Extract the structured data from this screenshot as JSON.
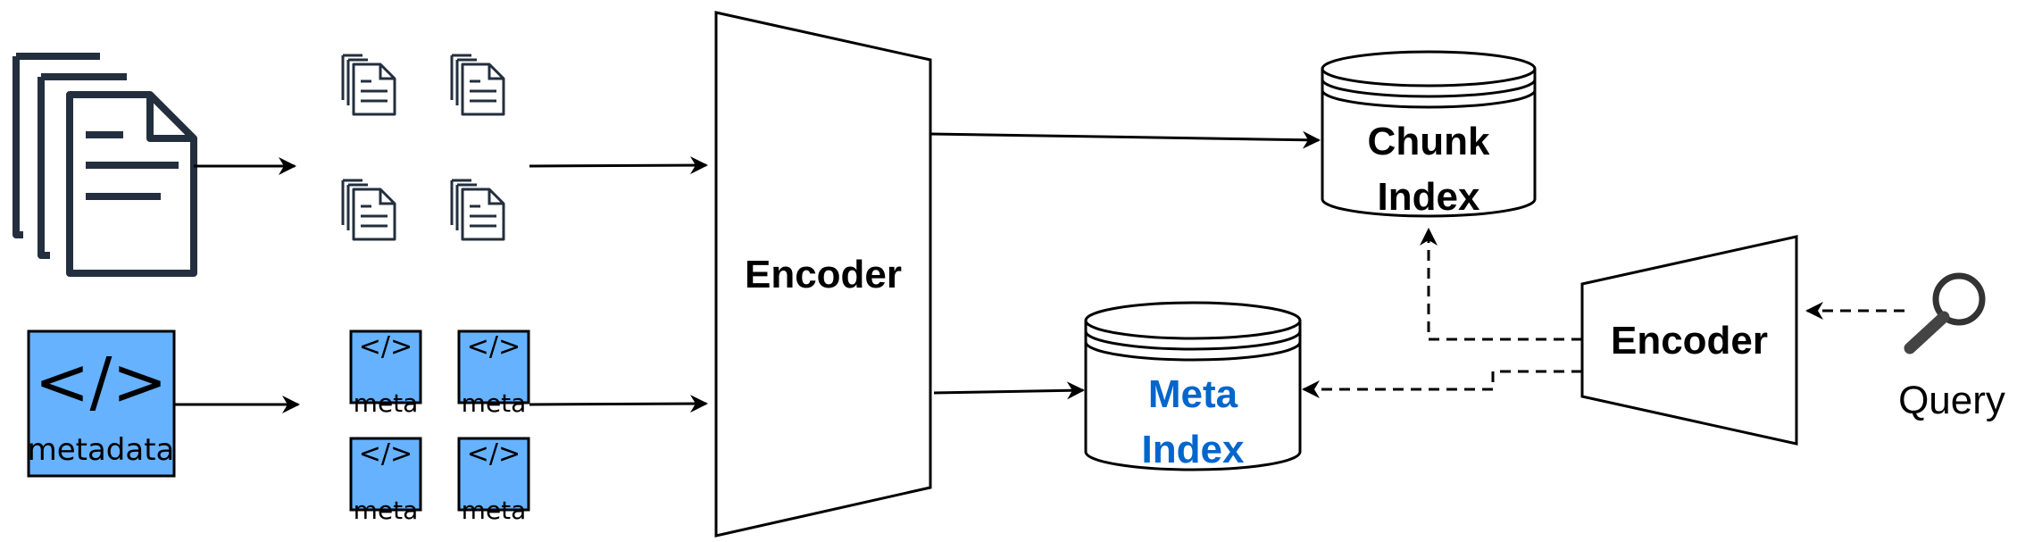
{
  "encoder_main": {
    "label": "Encoder"
  },
  "encoder_query": {
    "label": "Encoder"
  },
  "chunk_index": {
    "line1": "Chunk",
    "line2": "Index"
  },
  "meta_index": {
    "line1": "Meta",
    "line2": "Index"
  },
  "query": {
    "label": "Query"
  },
  "metadata_big": {
    "symbol": "</>",
    "label": "metadata"
  },
  "meta_tiles": [
    {
      "symbol": "</>",
      "label": "meta"
    },
    {
      "symbol": "</>",
      "label": "meta"
    },
    {
      "symbol": "</>",
      "label": "meta"
    },
    {
      "symbol": "</>",
      "label": "meta"
    }
  ],
  "colors": {
    "stroke": "#000000",
    "doc_stroke": "#232f3e",
    "meta_fill": "#66b2ff",
    "meta_text": "#0066cc"
  },
  "icons": {
    "documents": "document-stack-icon",
    "chunks": "document-chunk-icon",
    "code": "code-tag-icon",
    "query": "magnifier-icon"
  }
}
